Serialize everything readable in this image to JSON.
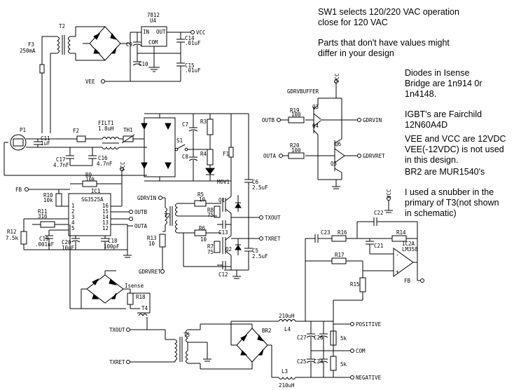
{
  "notes": {
    "n1a": "SW1 selects 120/220 VAC operation",
    "n1b": "close for 120 VAC",
    "n2a": "Parts that don't have values might",
    "n2b": "differ in your design",
    "n3a": "Diodes in Isense",
    "n3b": "Bridge are 1n914 0r",
    "n3c": "1n4148.",
    "n4a": "IGBT's are Fairchild",
    "n4b": "12N60A4D",
    "n5a": "VEE and VCC are 12VDC",
    "n5b": "VEE(-12VDC) is not used",
    "n5c": "in this design.",
    "n6": "BR2 are MUR1540's",
    "n7a": "I used a snubber in the",
    "n7b": "primary of T3(not shown",
    "n7c": "in schematic)"
  },
  "labels": {
    "T2": "T2",
    "U4": "U4",
    "U4val": "7812",
    "IN": "IN",
    "OUT": "OUT",
    "COM": "COM",
    "VCC1": "VCC",
    "C14": "C14",
    "C14v": ".01uF",
    "C9": "C9",
    "C10": "C10",
    "C15": "C15",
    "C15v": ".01uF",
    "VEE": "VEE",
    "F3": "F3",
    "F3v": "250mA",
    "P1": "P1",
    "F2": "F2",
    "C11": "C11",
    "C11v": "1uF",
    "FILT1": "FILT1",
    "FILT1v": "1.8uH",
    "TH1": "TH1",
    "C17": "C17",
    "C17v": "4.7nF",
    "C16": "C16",
    "C16v": "4.7nF",
    "C7": "C7",
    "C8": "C8",
    "S1": "S1",
    "R3": "R3",
    "R4": "R4",
    "F1": "F1",
    "MOV1": "MOV1",
    "C6": "C6",
    "C6v": "2.5uF",
    "C5": "C5",
    "C5v": "2.5uF",
    "GDRVBUFFER": "GDRVBUFFER",
    "VCC2": "VCC",
    "Q3": "Q3",
    "Q4": "Q4",
    "Q6": "Q6",
    "Q5": "Q5",
    "R19": "R19",
    "R19v": "100",
    "R20": "R20",
    "R20v": "100",
    "OUTB1": "OUTB",
    "OUTA1": "OUTA",
    "GDRVIN1": "GDRVIN",
    "GDRVRET1": "GDRVRET",
    "FB1": "FB",
    "R9": "R9",
    "R9v": "10k",
    "VCC3": "VCC",
    "IC1": "IC1",
    "IC1v": "SG3525A",
    "R10": "R10",
    "R10v": "10k",
    "R11": "R11",
    "R11v": "316",
    "R12": "R12",
    "R12v": "7.5k",
    "C19": "C19",
    "C19v": ".001uF",
    "C20": "C20",
    "C20v": "10uF",
    "C18": "C18",
    "C18v": "100pF",
    "OUTB2": "OUTB",
    "OUTA2": "OUTA",
    "GDRVIN2": "GDRVIN",
    "T2b": "T2",
    "R5": "R5",
    "R5v": "10",
    "R8": "R8",
    "R8v": "75",
    "Q1": "Q1",
    "Q2": "Q2",
    "R6": "R6",
    "R6v": "10",
    "R7": "R7",
    "R7v": "75",
    "C13": "C13",
    "C12": "C12",
    "R13": "R13",
    "R13v": "10",
    "GDRVRET2": "GDRVRET",
    "TXOUT1": "TXOUT",
    "TXRET1": "TXRET",
    "Isense": "Isense",
    "R18": "R18",
    "T4": "T4",
    "TXOUT2": "TXOUT",
    "TXRET2": "TXRET",
    "T3": "T3",
    "BR2": "BR2",
    "L4": "L4",
    "L4v": "210uH",
    "L3": "L3",
    "L3v": "210uH",
    "C27": "C27",
    "C26": "C26",
    "C25": "C25",
    "C24": "C24",
    "k5a": "5k",
    "k5b": "5k",
    "POSITIVE": "POSITIVE",
    "COM2": "COM",
    "NEGATIVE": "NEGATIVE",
    "VCC4": "VCC",
    "C22": "C22",
    "C23": "C23",
    "R16": "R16",
    "R14": "R14",
    "C21": "C21",
    "IC2A": "IC2A",
    "LM358": "LM358",
    "R17": "R17",
    "R15": "R15",
    "FB2": "FB"
  }
}
